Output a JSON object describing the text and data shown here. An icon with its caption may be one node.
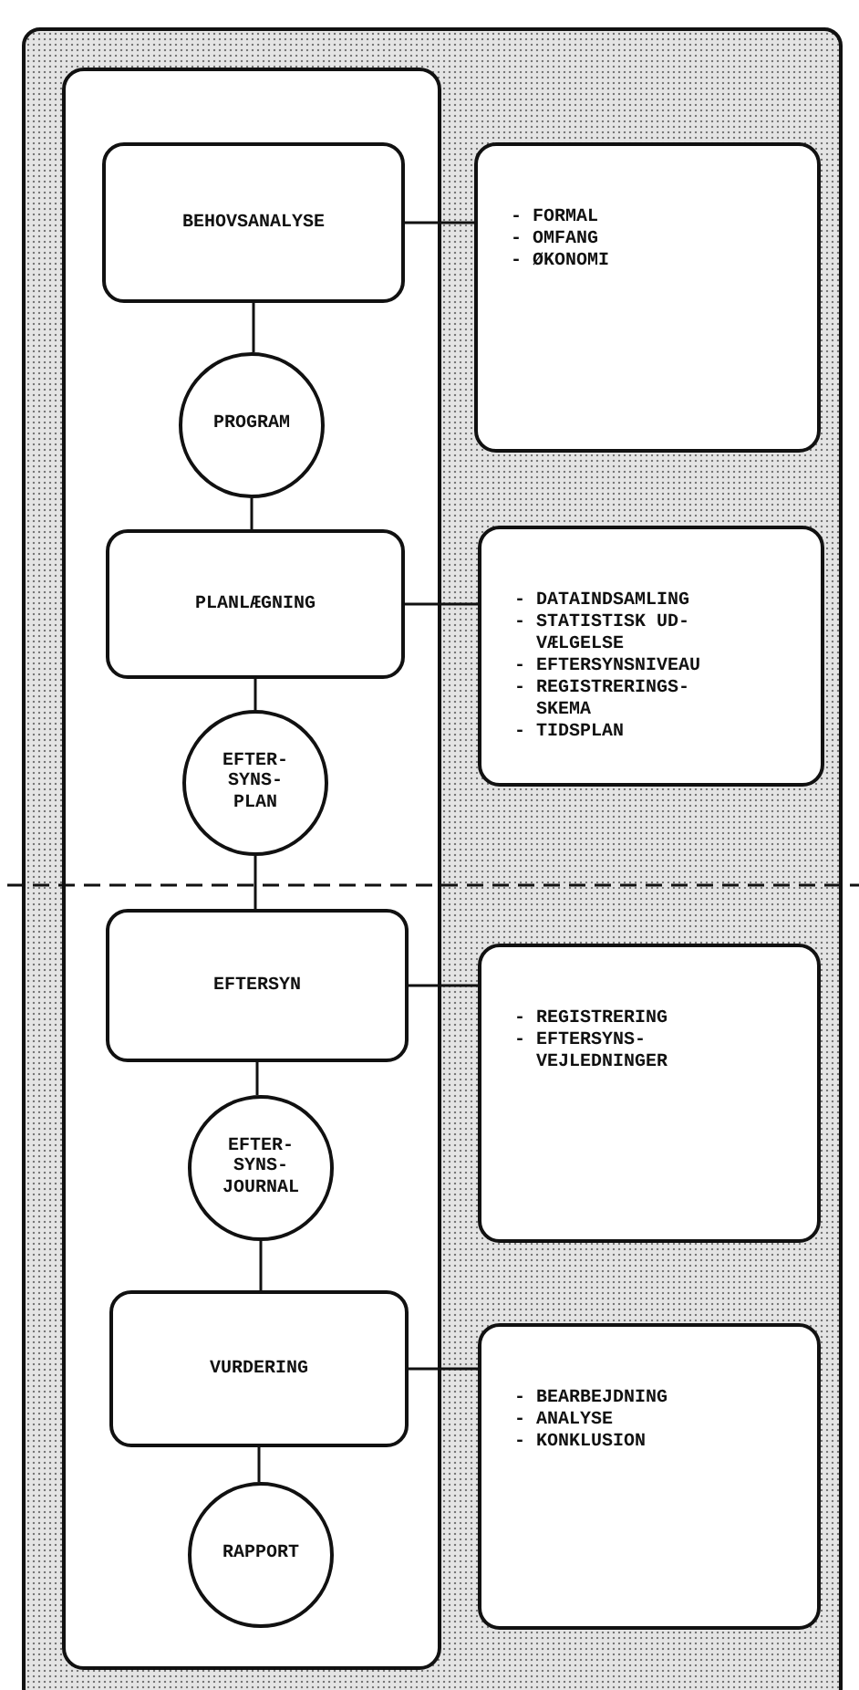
{
  "diagram": {
    "nodes": [
      {
        "text": [],
        "shape": "box"
      },
      {
        "text": [],
        "shape": "box",
        "in": 0
      },
      {
        "text": [
          "BEHOVSANALYSE"
        ],
        "in": 1
      },
      {
        "text": [
          "- FORMAL",
          "- OMFANG",
          "- ØKONOMI"
        ],
        "in": 0
      },
      {
        "text": [
          "PROGRAM"
        ],
        "in": 1
      },
      {
        "text": [
          "PLANLÆGNING"
        ],
        "in": 1
      },
      {
        "text": [
          "- DATAINDSAMLING",
          "- STATISTISK UD- VÆLGELSE",
          "- EFTERSYNSNIVEAU",
          "- REGISTRERINGS- SKEMA",
          "- TIDSPLAN"
        ],
        "in": 0
      },
      {
        "text": [
          "EFTER- SYNS- PLAN"
        ],
        "in": 1
      },
      {
        "text": [
          "EFTERSYN"
        ],
        "in": 1
      },
      {
        "text": [
          "- REGISTRERING",
          "- EFTERSYNS- VEJLEDNINGER"
        ],
        "in": 0
      },
      {
        "text": [
          "EFTER- SYNS- JOURNAL"
        ],
        "in": 1
      },
      {
        "text": [
          "VURDERING"
        ],
        "in": 1
      },
      {
        "text": [
          "- BEARBEJDNING",
          "- ANALYSE",
          "- KONKLUSION"
        ],
        "in": 0
      },
      {
        "text": [
          "RAPPORT"
        ],
        "in": 1
      }
    ],
    "edges": [
      {
        "from": 2,
        "to": 3,
        "arrow": "none"
      },
      {
        "from": 2,
        "to": 4,
        "arrow": "none"
      },
      {
        "from": 4,
        "to": 5,
        "arrow": "none"
      },
      {
        "from": 5,
        "to": 6,
        "arrow": "none"
      },
      {
        "from": 5,
        "to": 7,
        "arrow": "none"
      },
      {
        "from": 7,
        "to": 8,
        "arrow": "none"
      },
      {
        "from": 8,
        "to": 9,
        "arrow": "none"
      },
      {
        "from": 8,
        "to": 10,
        "arrow": "none"
      },
      {
        "from": 10,
        "to": 11,
        "arrow": "none"
      },
      {
        "from": 11,
        "to": 12,
        "arrow": "none"
      },
      {
        "from": 11,
        "to": 13,
        "arrow": "none"
      }
    ]
  }
}
